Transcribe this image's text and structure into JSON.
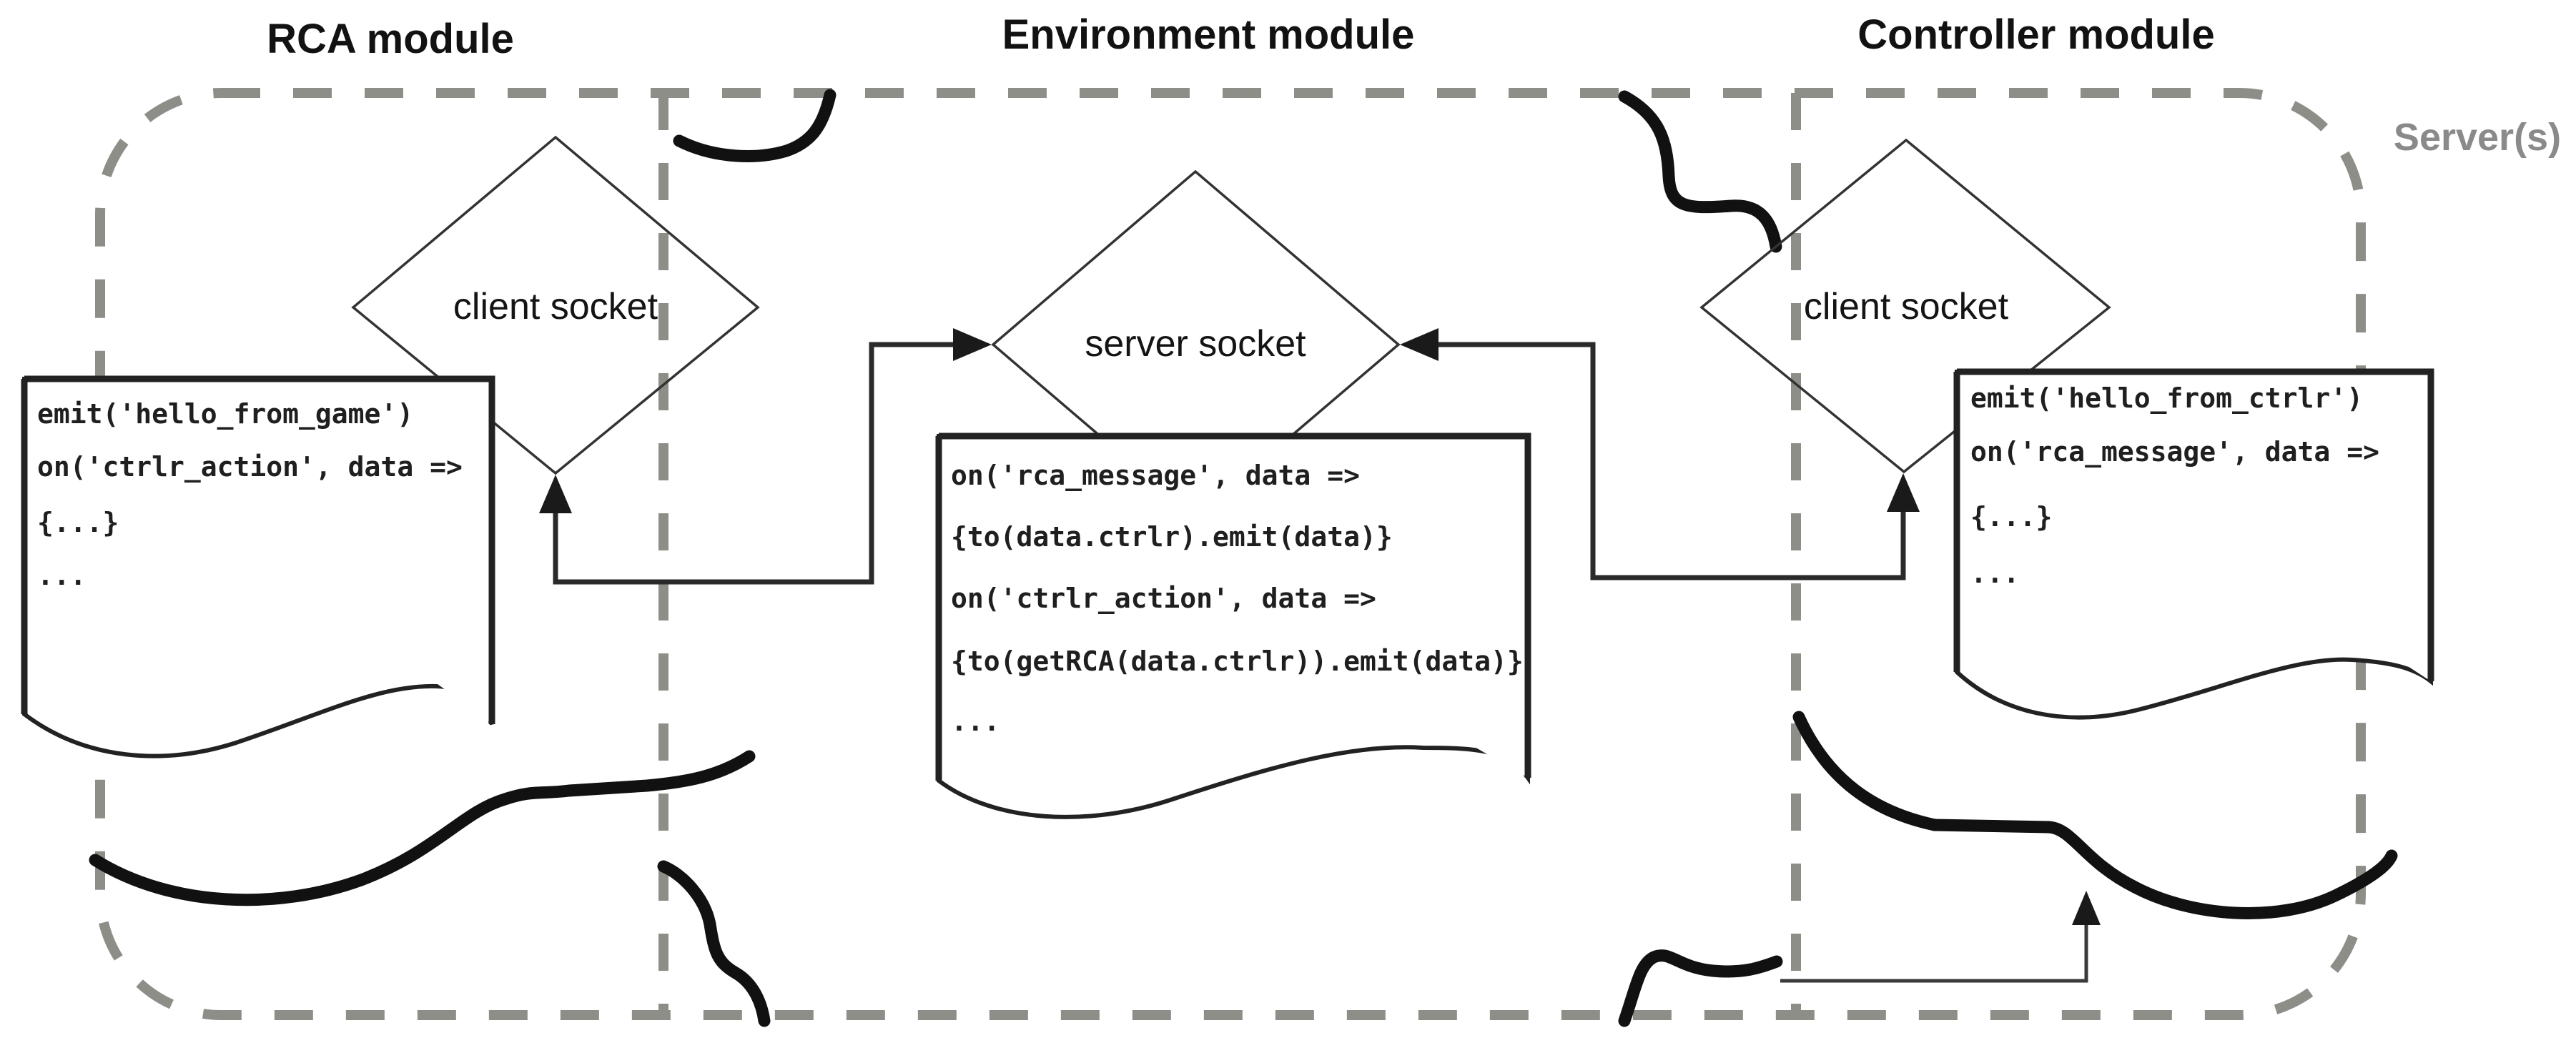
{
  "diagram": {
    "titles": {
      "rca": "RCA module",
      "environment": "Environment module",
      "controller": "Controller module"
    },
    "server_label": "Server(s)",
    "sockets": {
      "rca_client": "client socket",
      "env_server": "server socket",
      "ctrlr_client": "client socket"
    },
    "code_docs": {
      "rca": {
        "lines": [
          "emit('hello_from_game')",
          "on('ctrlr_action', data =>",
          "{...}",
          "..."
        ]
      },
      "environment": {
        "lines": [
          "on('rca_message', data =>",
          "{to(data.ctrlr).emit(data)}",
          "on('ctrlr_action', data =>",
          "{to(getRCA(data.ctrlr)).emit(data)}",
          "..."
        ]
      },
      "controller": {
        "lines": [
          "emit('hello_from_ctrlr')",
          "on('rca_message', data =>",
          "{...}",
          "..."
        ]
      }
    },
    "colors": {
      "dashed_border": "#8e8e89",
      "server_label": "#8a8a8a",
      "stroke": "#1b1b1b",
      "background": "#ffffff"
    }
  }
}
